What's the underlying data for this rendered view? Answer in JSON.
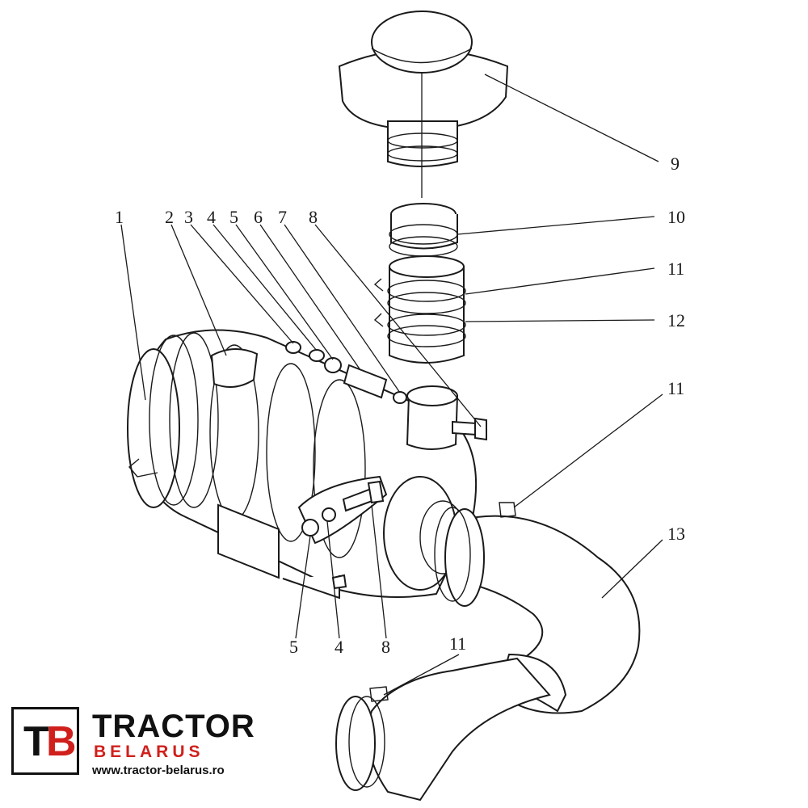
{
  "callouts": {
    "c1": "1",
    "c2": "2",
    "c3": "3",
    "c4_top": "4",
    "c5_top": "5",
    "c6": "6",
    "c7": "7",
    "c8_top": "8",
    "c9": "9",
    "c10": "10",
    "c11_a": "11",
    "c12": "12",
    "c11_b": "11",
    "c13": "13",
    "c11_c": "11",
    "c5_bottom": "5",
    "c4_bottom": "4",
    "c8_bottom": "8"
  },
  "brand": {
    "logo_letters_t": "T",
    "logo_letters_b": "B",
    "name": "TRACTOR",
    "subtitle": "BELARUS",
    "url": "www.tractor-belarus.ro",
    "accent_color": "#d0201c",
    "text_color": "#111111"
  }
}
